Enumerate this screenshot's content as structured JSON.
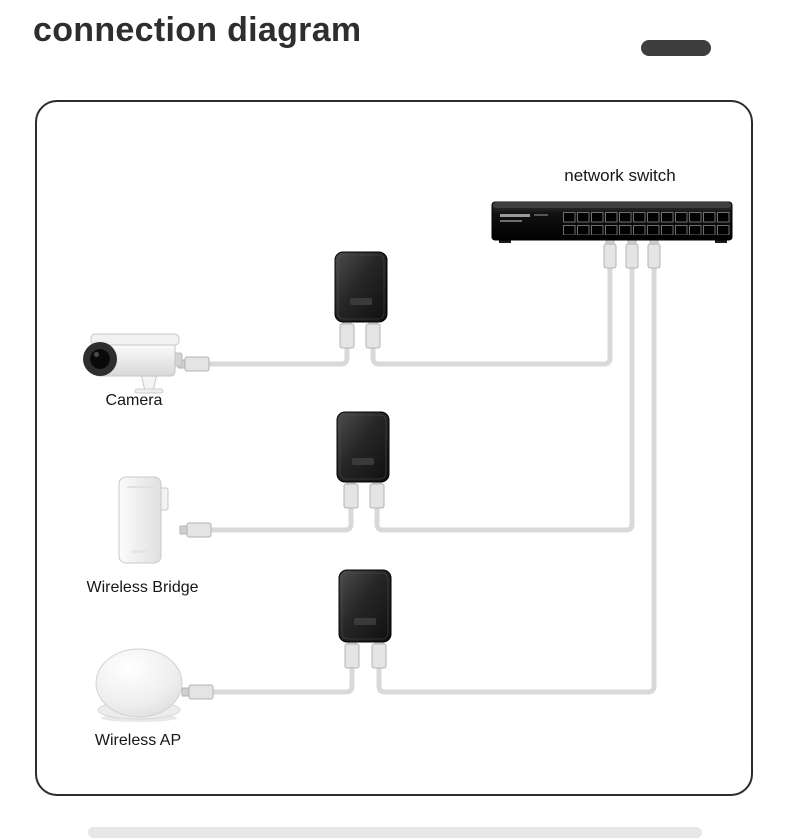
{
  "header": {
    "title": "connection diagram"
  },
  "diagram": {
    "labels": {
      "switch": "network switch",
      "camera": "Camera",
      "bridge": "Wireless Bridge",
      "ap": "Wireless AP"
    },
    "devices": [
      {
        "id": "network-switch",
        "label": "network switch",
        "type": "24-port network switch"
      },
      {
        "id": "poe-injector-1",
        "type": "poe-injector"
      },
      {
        "id": "poe-injector-2",
        "type": "poe-injector"
      },
      {
        "id": "poe-injector-3",
        "type": "poe-injector"
      },
      {
        "id": "camera",
        "label": "Camera",
        "type": "bullet-camera"
      },
      {
        "id": "wireless-bridge",
        "label": "Wireless Bridge",
        "type": "wireless-bridge"
      },
      {
        "id": "wireless-ap",
        "label": "Wireless AP",
        "type": "ceiling-access-point"
      }
    ],
    "connections": [
      {
        "from": "camera",
        "to": "poe-injector-1"
      },
      {
        "from": "poe-injector-1",
        "to": "network-switch"
      },
      {
        "from": "wireless-bridge",
        "to": "poe-injector-2"
      },
      {
        "from": "poe-injector-2",
        "to": "network-switch"
      },
      {
        "from": "wireless-ap",
        "to": "poe-injector-3"
      },
      {
        "from": "poe-injector-3",
        "to": "network-switch"
      }
    ],
    "colors": {
      "cable": "#d9d9d9",
      "frame_border": "#2c2c2c",
      "device_dark": "#1a1a1a",
      "accent_pill": "#3d3d3d",
      "text": "#161616"
    }
  }
}
